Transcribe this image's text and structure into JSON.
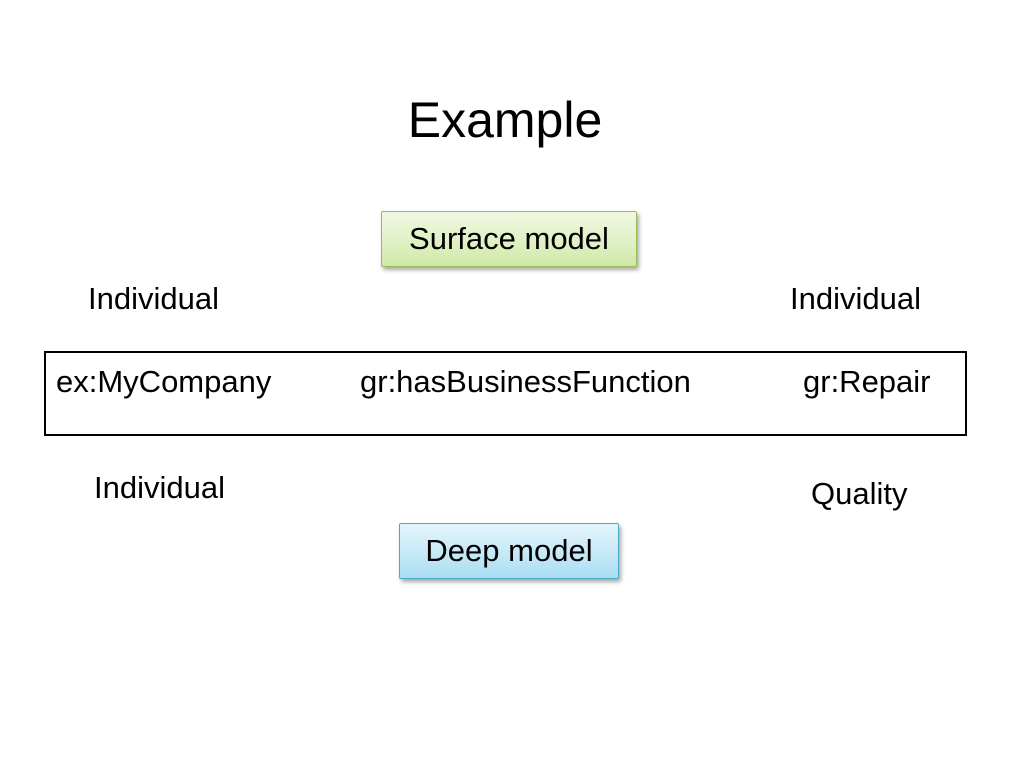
{
  "slide": {
    "title": "Example"
  },
  "surface_model": {
    "label": "Surface model",
    "color": "#e0f1c5",
    "types": {
      "subject": "Individual",
      "object": "Individual"
    }
  },
  "triple": {
    "subject": "ex:MyCompany",
    "predicate": "gr:hasBusinessFunction",
    "object": "gr:Repair"
  },
  "deep_model": {
    "label": "Deep model",
    "color": "#c6e9f7",
    "types": {
      "subject": "Individual",
      "object": "Quality"
    }
  }
}
